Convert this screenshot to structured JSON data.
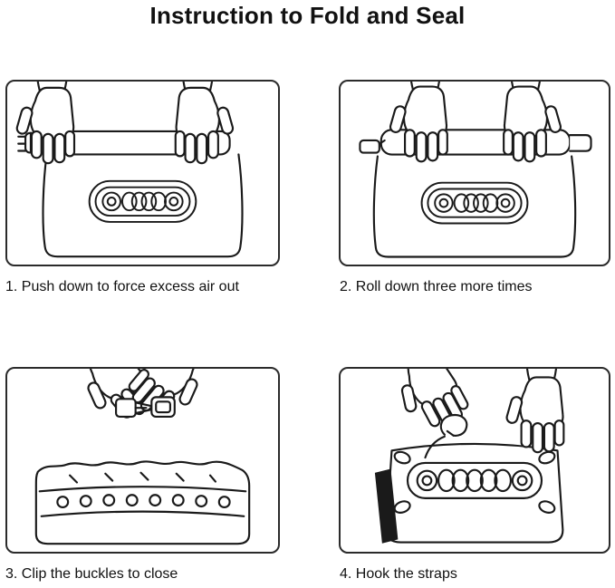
{
  "title": "Instruction to Fold and Seal",
  "colors": {
    "ink": "#1a1a1a",
    "background": "#ffffff"
  },
  "steps": [
    {
      "caption": "1. Push down to force excess air out",
      "illustration": "hands-pushing-air-out-of-rolled-bag"
    },
    {
      "caption": "2. Roll down three more times",
      "illustration": "hands-rolling-bag-top-down"
    },
    {
      "caption": "3. Clip the buckles to close",
      "illustration": "hands-clipping-buckle-halves"
    },
    {
      "caption": "4. Hook the straps",
      "illustration": "hand-hooking-strap-clip-to-bag"
    }
  ]
}
